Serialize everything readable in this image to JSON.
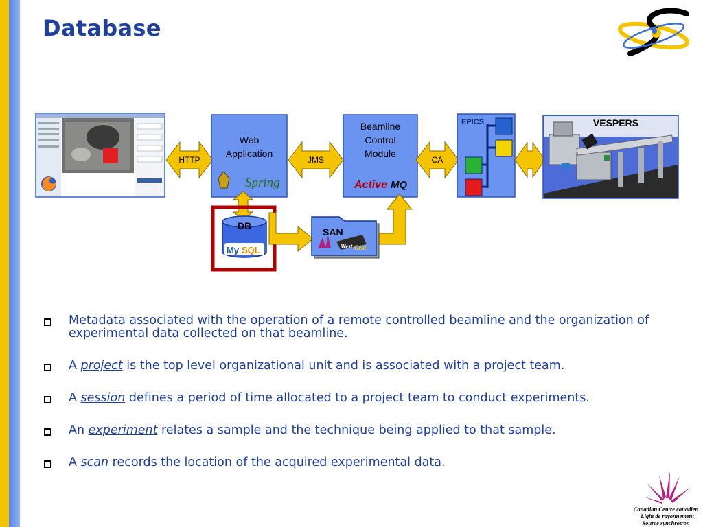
{
  "slide": {
    "title": "Database"
  },
  "diagram": {
    "web_app": {
      "line1": "Web",
      "line2": "Application",
      "framework": "Spring"
    },
    "http": "HTTP",
    "jms": "JMS",
    "bcm": {
      "line1": "Beamline",
      "line2": "Control",
      "line3": "Module",
      "mq_a": "Active",
      "mq_b": "MQ"
    },
    "ca": "CA",
    "epics": "EPICS",
    "vespers": "VESPERS",
    "db": {
      "label": "DB",
      "my": "My",
      "sql": "SQL"
    },
    "san": {
      "label": "SAN",
      "west": "West",
      "grid": "Grid"
    }
  },
  "bullets": [
    {
      "prefix": "Metadata associated with the operation of a remote controlled beamline and the organization of experimental data collected on that beamline.",
      "term": "",
      "suffix": ""
    },
    {
      "prefix": "A ",
      "term": "project",
      "suffix": " is the top level organizational unit and is associated with a project team."
    },
    {
      "prefix": "A ",
      "term": "session",
      "suffix": " defines a period of time allocated to a project team to conduct experiments."
    },
    {
      "prefix": "An ",
      "term": "experiment",
      "suffix": " relates a sample and the technique being applied to that sample."
    },
    {
      "prefix": "A ",
      "term": "scan",
      "suffix": " records the location of the acquired experimental data."
    }
  ],
  "footer_logo": {
    "line1": "Canadian  Centre canadien",
    "line2": "Light  de rayonnement",
    "line3": "Source  synchrotron"
  },
  "colors": {
    "title": "#1f3f9f",
    "box_blue": "#6b93f0",
    "arrow_yellow": "#f4c400",
    "db_highlight": "#b00000"
  }
}
